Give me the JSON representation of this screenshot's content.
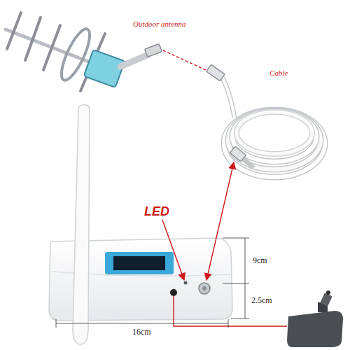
{
  "diagram": {
    "labels": [
      "Outdoor antenna",
      "Cable",
      "LED",
      "9cm",
      "2.5cm",
      "16cm"
    ]
  }
}
